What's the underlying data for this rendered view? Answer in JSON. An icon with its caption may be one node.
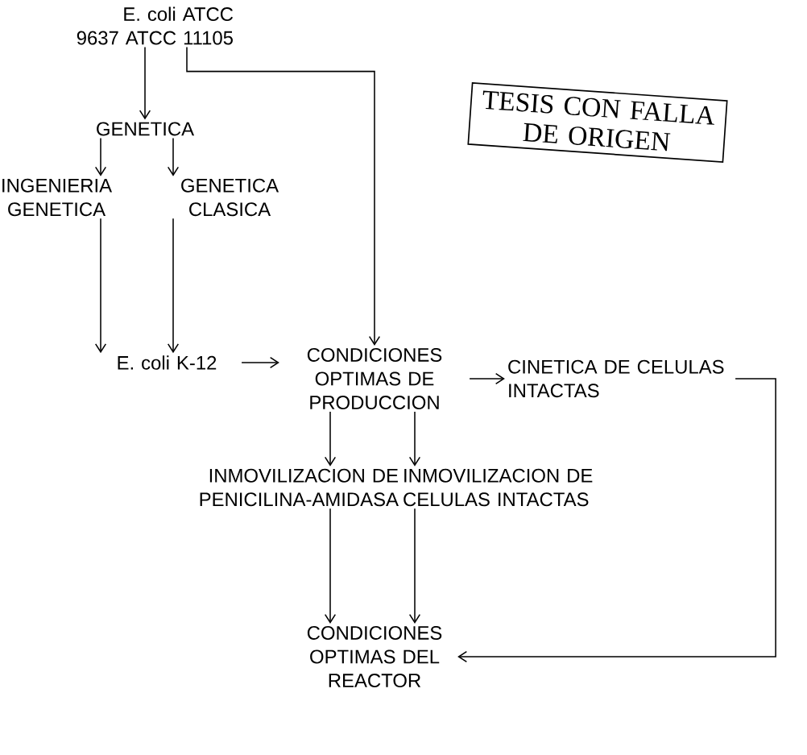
{
  "diagram": {
    "nodes": [
      {
        "text": [
          "E. coli ATCC 9637 ATCC 11105"
        ]
      },
      {
        "text": [
          "GENETICA"
        ]
      },
      {
        "text": [
          "INGENIERIA GENETICA"
        ]
      },
      {
        "text": [
          "GENETICA CLASICA"
        ]
      },
      {
        "text": [
          "E. coli K-12"
        ]
      },
      {
        "text": [
          "CONDICIONES OPTIMAS DE PRODUCCION"
        ]
      },
      {
        "text": [
          "CINETICA DE CELULAS INTACTAS"
        ]
      },
      {
        "text": [
          "INMOVILIZACION DE PENICILINA-AMIDASA"
        ]
      },
      {
        "text": [
          "INMOVILIZACION DE CELULAS INTACTAS"
        ]
      },
      {
        "text": [
          "CONDICIONES OPTIMAS DEL REACTOR"
        ]
      },
      {
        "text": [
          "TESIS CON FALLA DE ORIGEN"
        ]
      }
    ],
    "edges": [
      {
        "from": 0,
        "to": 1,
        "arrow": "to"
      },
      {
        "from": 0,
        "to": 5,
        "arrow": "to"
      },
      {
        "from": 1,
        "to": 2,
        "arrow": "to"
      },
      {
        "from": 1,
        "to": 3,
        "arrow": "to"
      },
      {
        "from": 2,
        "to": 4,
        "arrow": "to"
      },
      {
        "from": 3,
        "to": 4,
        "arrow": "to"
      },
      {
        "from": 4,
        "to": 5,
        "arrow": "to"
      },
      {
        "from": 5,
        "to": 6,
        "arrow": "to"
      },
      {
        "from": 5,
        "to": 7,
        "arrow": "to"
      },
      {
        "from": 5,
        "to": 8,
        "arrow": "to"
      },
      {
        "from": 7,
        "to": 9,
        "arrow": "to"
      },
      {
        "from": 8,
        "to": 9,
        "arrow": "to"
      },
      {
        "from": 6,
        "to": 9,
        "arrow": "to"
      }
    ]
  }
}
